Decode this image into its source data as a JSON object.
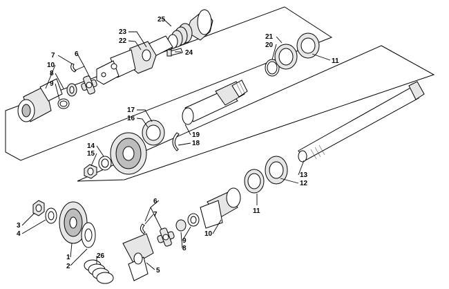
{
  "labels": {
    "l1": "1",
    "l2": "2",
    "l3": "3",
    "l4": "4",
    "l5": "5",
    "l6a": "6",
    "l6b": "6",
    "l7a": "7",
    "l7b": "7",
    "l8a": "8",
    "l8b": "8",
    "l9a": "9",
    "l9b": "9",
    "l10a": "10",
    "l10b": "10",
    "l11a": "11",
    "l11b": "11",
    "l12": "12",
    "l13": "13",
    "l14": "14",
    "l15": "15",
    "l16": "16",
    "l17": "17",
    "l18": "18",
    "l19": "19",
    "l20": "20",
    "l21": "21",
    "l22": "22",
    "l23": "23",
    "l24": "24",
    "l25": "25",
    "l26": "26"
  },
  "colors": {
    "line": "#000000",
    "fill": "#ffffff",
    "shade": "#e6e6e6",
    "dark": "#bdbdbd"
  }
}
